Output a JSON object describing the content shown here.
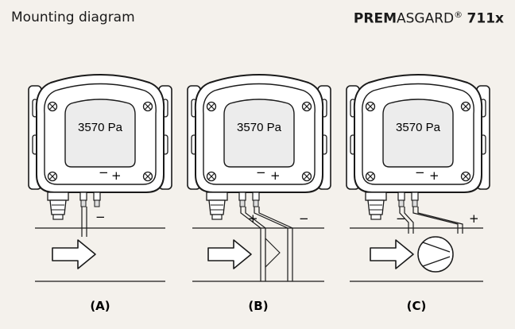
{
  "header": {
    "title": "Mounting diagram",
    "brand_bold": "PREM",
    "brand_regular": "ASGARD",
    "brand_mark": "®",
    "brand_model": "711x"
  },
  "panels": [
    {
      "label": "(A)",
      "display": "3570 Pa",
      "plus": "+",
      "minus": "−",
      "duct_plus": "",
      "duct_minus": "−"
    },
    {
      "label": "(B)",
      "display": "3570 Pa",
      "plus": "+",
      "minus": "−",
      "duct_plus": "+",
      "duct_minus": "−"
    },
    {
      "label": "(C)",
      "display": "3570 Pa",
      "plus": "+",
      "minus": "−",
      "duct_plus": "+",
      "duct_minus": "−"
    }
  ]
}
